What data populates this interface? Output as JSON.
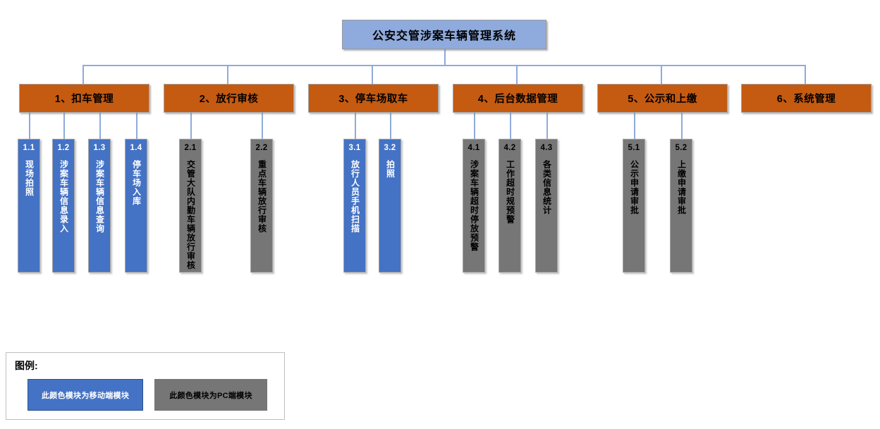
{
  "diagram": {
    "type": "organization-chart",
    "root": {
      "label": "公安交管涉案车辆管理系统"
    },
    "groups": [
      {
        "id": "g1",
        "label": "1、扣车管理",
        "children": [
          {
            "num": "1.1",
            "label": "现场拍照",
            "kind": "mobile"
          },
          {
            "num": "1.2",
            "label": "涉案车辆信息录入",
            "kind": "mobile"
          },
          {
            "num": "1.3",
            "label": "涉案车辆信息查询",
            "kind": "mobile"
          },
          {
            "num": "1.4",
            "label": "停车场入库",
            "kind": "mobile"
          }
        ]
      },
      {
        "id": "g2",
        "label": "2、放行审核",
        "children": [
          {
            "num": "2.1",
            "label": "交管大队内勤车辆放行审核",
            "kind": "pc"
          },
          {
            "num": "2.2",
            "label": "重点车辆放行审核",
            "kind": "pc"
          }
        ]
      },
      {
        "id": "g3",
        "label": "3、停车场取车",
        "children": [
          {
            "num": "3.1",
            "label": "放行人员手机扫描",
            "kind": "mobile"
          },
          {
            "num": "3.2",
            "label": "拍照",
            "kind": "mobile"
          }
        ]
      },
      {
        "id": "g4",
        "label": "4、后台数据管理",
        "children": [
          {
            "num": "4.1",
            "label": "涉案车辆超时停放预警",
            "kind": "pc"
          },
          {
            "num": "4.2",
            "label": "工作超时规预警",
            "kind": "pc"
          },
          {
            "num": "4.3",
            "label": "各类信息统计",
            "kind": "pc"
          }
        ]
      },
      {
        "id": "g5",
        "label": "5、公示和上缴",
        "children": [
          {
            "num": "5.1",
            "label": "公示申请审批",
            "kind": "pc"
          },
          {
            "num": "5.2",
            "label": "上缴申请审批",
            "kind": "pc"
          }
        ]
      },
      {
        "id": "g6",
        "label": "6、系统管理",
        "children": []
      }
    ]
  },
  "legend": {
    "title": "图例:",
    "mobile_label": "此颜色模块为移动端模块",
    "pc_label": "此颜色模块为PC端模块"
  },
  "colors": {
    "root_fill": "#8FAADC",
    "level1_fill": "#C55A11",
    "mobile_fill": "#4472C4",
    "pc_fill": "#767676",
    "connector": "#8FAADC",
    "background": "#FFFFFF"
  }
}
